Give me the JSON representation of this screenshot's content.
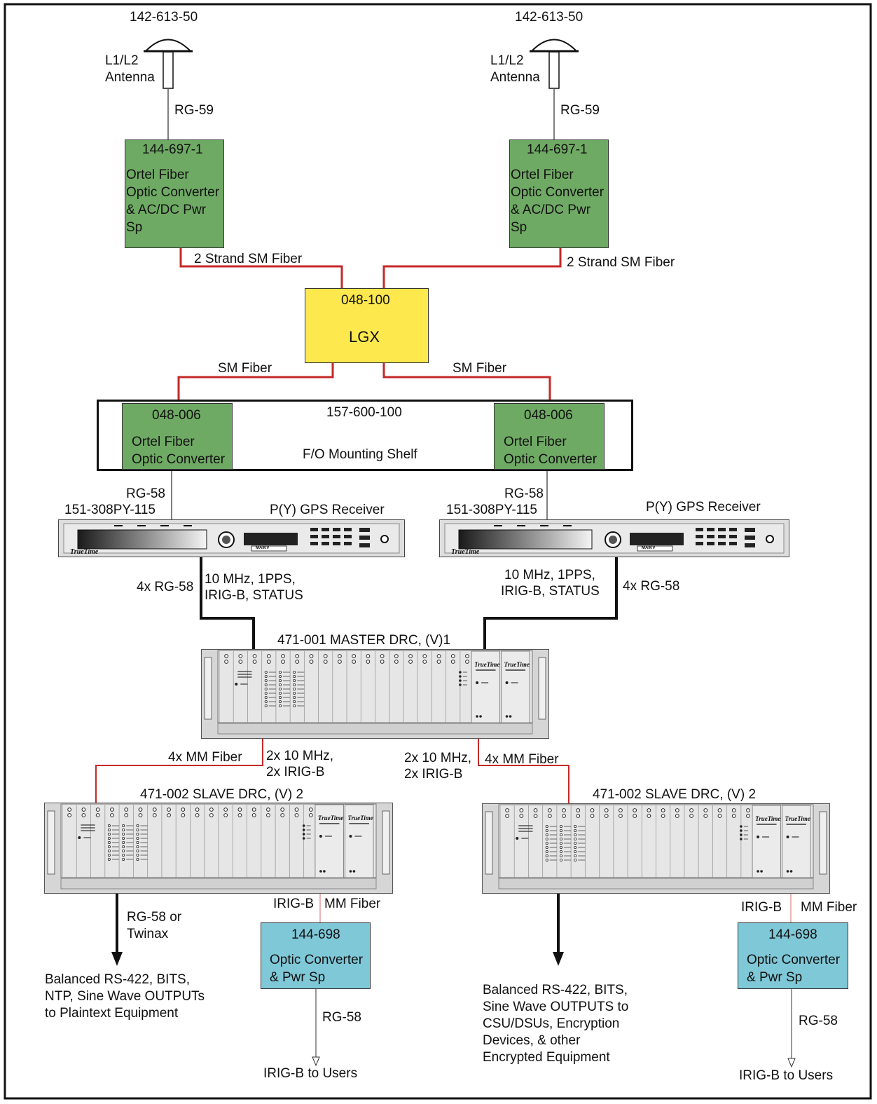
{
  "antennas": [
    {
      "part": "142-613-50",
      "label_line1": "L1/L2",
      "label_line2": "Antenna",
      "cable": "RG-59"
    },
    {
      "part": "142-613-50",
      "label_line1": "L1/L2",
      "label_line2": "Antenna",
      "cable": "RG-59"
    }
  ],
  "converters_top": [
    {
      "part": "144-697-1",
      "line1": "Ortel Fiber",
      "line2": "Optic Converter",
      "line3": "& AC/DC Pwr",
      "line4": "Sp",
      "fiber": "2 Strand SM Fiber"
    },
    {
      "part": "144-697-1",
      "line1": "Ortel Fiber",
      "line2": "Optic Converter",
      "line3": "& AC/DC Pwr",
      "line4": "Sp",
      "fiber": "2 Strand SM Fiber"
    }
  ],
  "lgx": {
    "part": "048-100",
    "name": "LGX",
    "left_fiber": "SM Fiber",
    "right_fiber": "SM Fiber"
  },
  "shelf": {
    "part": "157-600-100",
    "name": "F/O Mounting Shelf",
    "converters": [
      {
        "part": "048-006",
        "line1": "Ortel Fiber",
        "line2": "Optic Converter"
      },
      {
        "part": "048-006",
        "line1": "Ortel Fiber",
        "line2": "Optic Converter"
      }
    ]
  },
  "receivers": [
    {
      "cable": "RG-58",
      "part": "151-308PY-115",
      "name": "P(Y) GPS Receiver",
      "brand": "TrueTime",
      "display": "MAIKV",
      "out_cable": "4x RG-58",
      "signals_line1": "10 MHz, 1PPS,",
      "signals_line2": "IRIG-B, STATUS"
    },
    {
      "cable": "RG-58",
      "part": "151-308PY-115",
      "name": "P(Y) GPS Receiver",
      "brand": "TrueTime",
      "display": "MAIKV",
      "out_cable": "4x RG-58",
      "signals_line1": "10 MHz, 1PPS,",
      "signals_line2": "IRIG-B, STATUS"
    }
  ],
  "master": {
    "title": "471-001  MASTER DRC, (V)1",
    "brand": "TrueTime"
  },
  "links": {
    "left_fiber": "4x MM Fiber",
    "left_sig1": "2x 10 MHz,",
    "left_sig2": "2x IRIG-B",
    "right_sig1": "2x 10 MHz,",
    "right_sig2": "2x IRIG-B",
    "right_fiber": "4x MM Fiber"
  },
  "slaves": [
    {
      "title": "471-002  SLAVE DRC, (V) 2",
      "brand": "TrueTime",
      "out_cable1": "RG-58 or",
      "out_cable2": "Twinax",
      "outputs": [
        "Balanced RS-422, BITS,",
        "NTP, Sine Wave OUTPUTs",
        "to Plaintext Equipment"
      ],
      "irig": "IRIG-B",
      "mm": "MM Fiber",
      "converter": {
        "part": "144-698",
        "line1": "Optic Converter",
        "line2": "& Pwr Sp"
      },
      "rg": "RG-58",
      "users": "IRIG-B to Users"
    },
    {
      "title": "471-002  SLAVE DRC, (V) 2",
      "brand": "TrueTime",
      "outputs": [
        "Balanced RS-422, BITS,",
        "Sine Wave OUTPUTS to",
        "CSU/DSUs, Encryption",
        "Devices, & other",
        "Encrypted Equipment"
      ],
      "irig": "IRIG-B",
      "mm": "MM Fiber",
      "converter": {
        "part": "144-698",
        "line1": "Optic Converter",
        "line2": "& Pwr Sp"
      },
      "rg": "RG-58",
      "users": "IRIG-B to Users"
    }
  ],
  "colors": {
    "converter_green": "#6faa64",
    "lgx_yellow": "#fde84e",
    "converter_cyan": "#7fc8d8",
    "fiber_red": "#c62828",
    "chassis_gray": "#dcdcdc"
  }
}
